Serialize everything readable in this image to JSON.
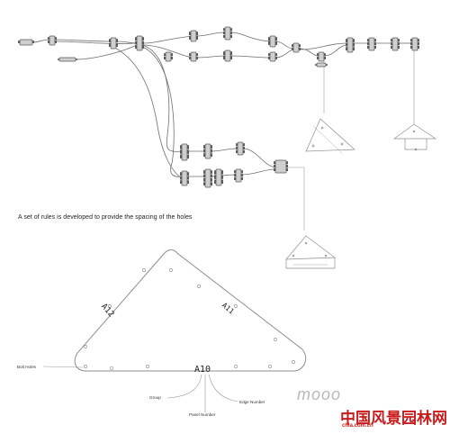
{
  "caption": "A set of rules is developed to provide the spacing of the holes",
  "callouts": {
    "bolt_holes": "Bolt Holes",
    "group": "Group",
    "panel_number": "Panel Number",
    "edge_number": "Edge Number"
  },
  "edge_labels": {
    "left": "A12",
    "right": "A11",
    "bottom": "A10"
  },
  "watermarks": {
    "site_logo": "mooo",
    "site_cn": "中国风景园林网",
    "site_url": "chla.com.cn"
  },
  "colors": {
    "wire": "#6e6e6e",
    "node_dark": "#5a5a5a",
    "node_light": "#cfcfcf",
    "line": "#9a9a9a",
    "panel_stroke": "#8f8f8f",
    "watermark_red": "#c81c1c",
    "watermark_gray": "#b9b9b9"
  }
}
